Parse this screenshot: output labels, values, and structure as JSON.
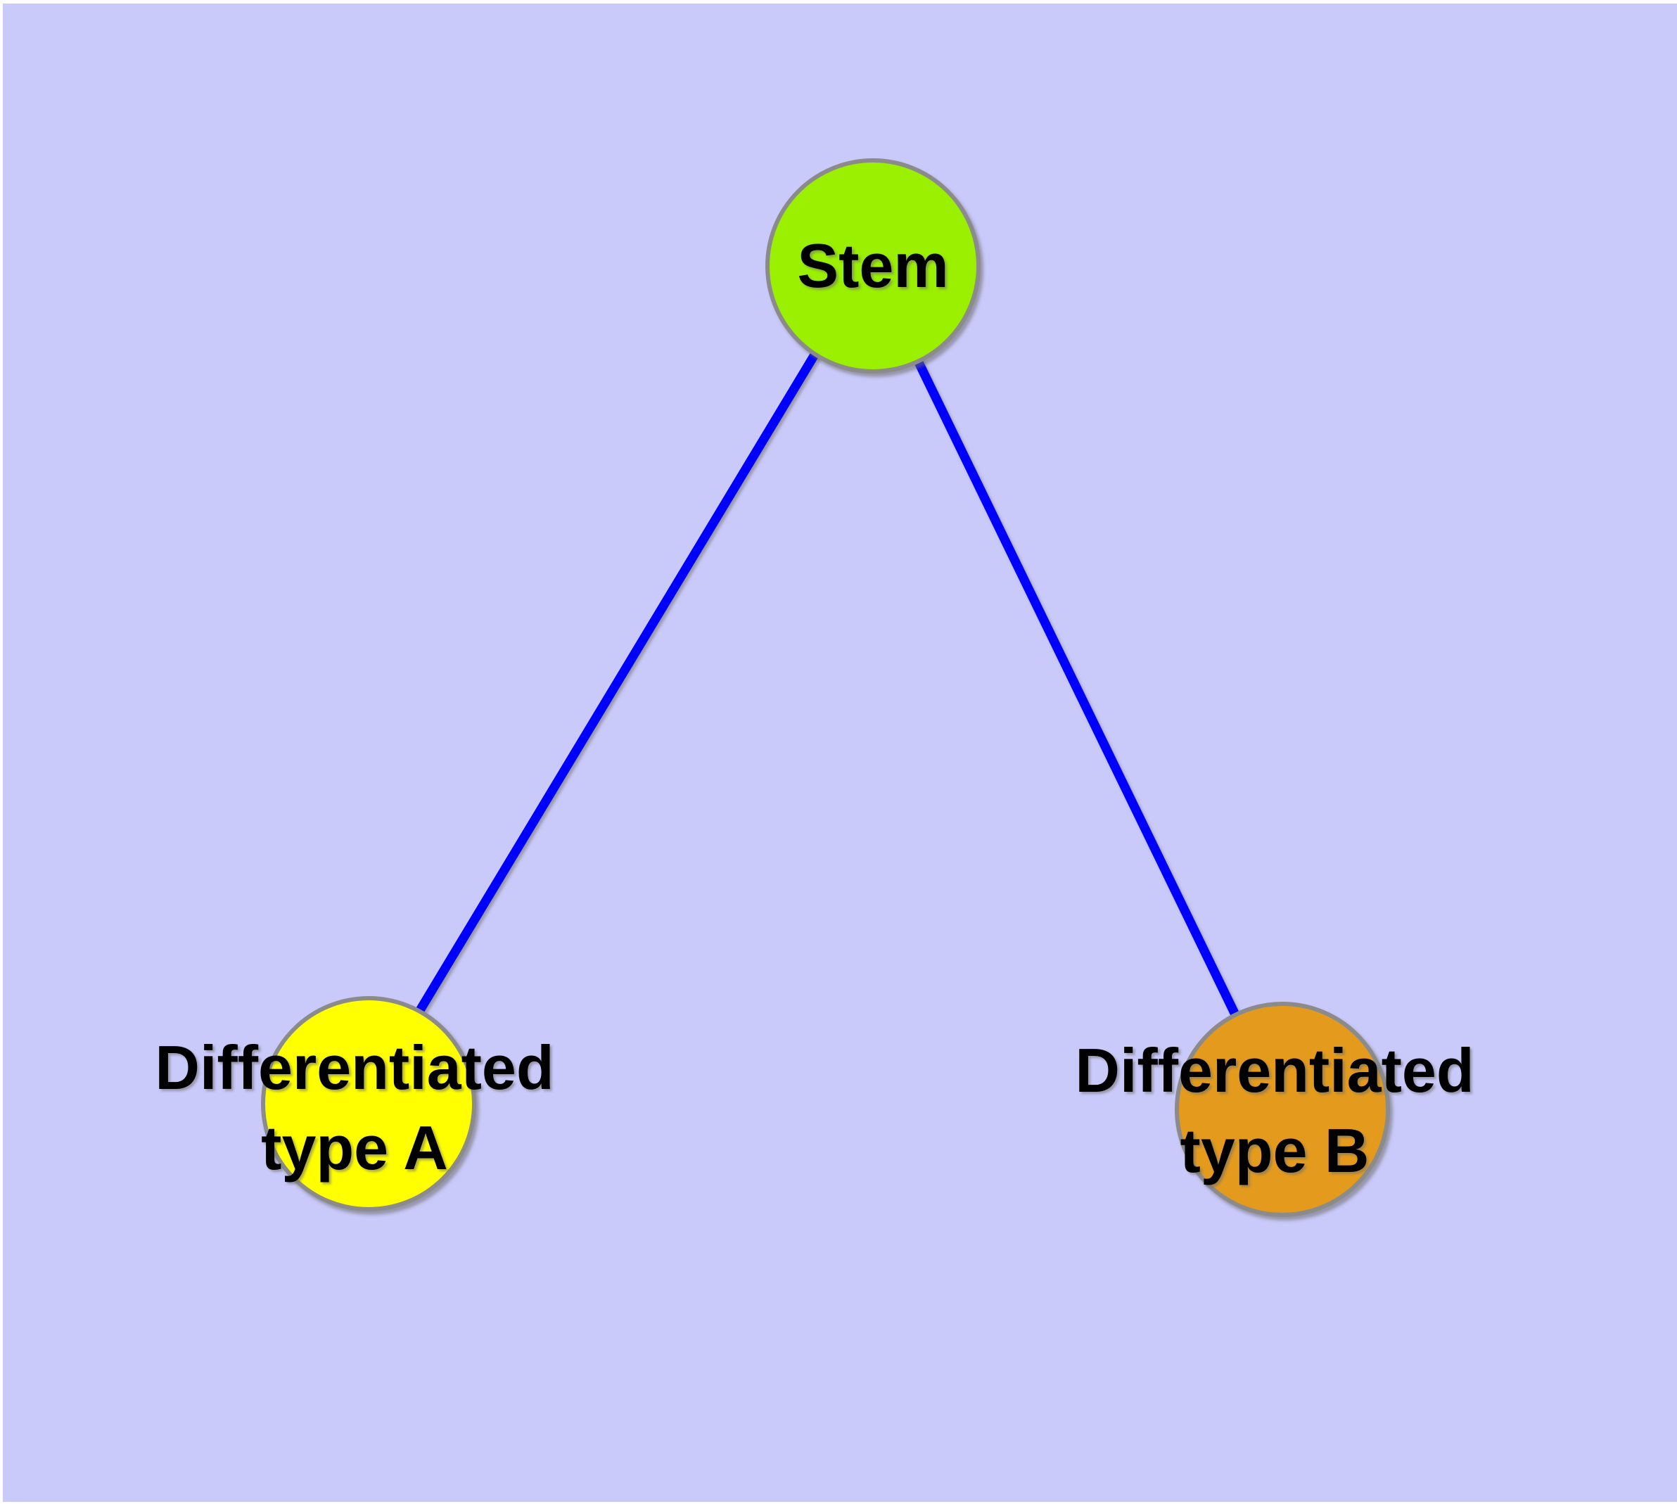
{
  "diagram": {
    "type": "node-link-graph",
    "background_color": "#CACAFA",
    "edge_color": "#0000FF",
    "node_border_color": "#8B8B8B",
    "nodes": [
      {
        "id": "stem",
        "label": "Stem",
        "label_line1": "Stem",
        "label_line2": "",
        "fill": "#9AF000"
      },
      {
        "id": "diff-a",
        "label": "Differentiated type A",
        "label_line1": "Differentiated",
        "label_line2": "type A",
        "fill": "#FFFF00"
      },
      {
        "id": "diff-b",
        "label": "Differentiated type B",
        "label_line1": "Differentiated",
        "label_line2": "type B",
        "fill": "#E49B1D"
      }
    ],
    "edges": [
      {
        "from": "Stem",
        "to": "Differentiated type A"
      },
      {
        "from": "Stem",
        "to": "Differentiated type B"
      }
    ]
  }
}
